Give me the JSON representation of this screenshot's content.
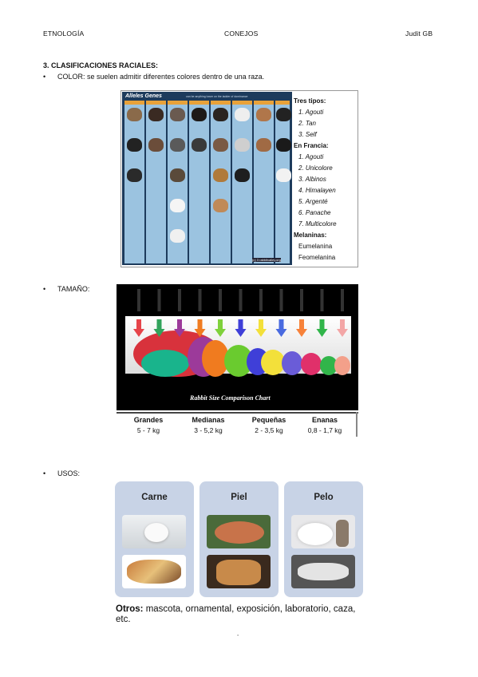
{
  "header": {
    "left": "ETNOLOGÍA",
    "center": "CONEJOS",
    "right": "Judit GB"
  },
  "section": {
    "title": "3.  CLASIFICACIONES RACIALES:"
  },
  "bullets": {
    "color": "COLOR: se suelen admitir diferentes colores dentro de una raza.",
    "tamano": "TAMAÑO:",
    "usos": "USOS:"
  },
  "color_figure": {
    "grid_title": "Alleles Genes",
    "grid_subtitle": "can be anything lower on the ladder of dominance",
    "watermark": "(c) 3 rabbitvalley.org",
    "tres_tipos_title": "Tres tipos:",
    "tres_tipos": [
      "1. Agouti",
      "2. Tan",
      "3. Self"
    ],
    "francia_title": "En Francia:",
    "francia": [
      "1. Agouti",
      "2. Unicolore",
      "3. Albinos",
      "4. Himalayen",
      "5. Argenté",
      "6. Panache",
      "7. Multicolore"
    ],
    "melaninas_title": "Melaninas:",
    "melaninas": [
      "Eumelanina",
      "Feomelanina"
    ]
  },
  "size_figure": {
    "chart_title": "Rabbit Size Comparison Chart",
    "arrow_colors": [
      "#e6444a",
      "#31a35b",
      "#9c3a9a",
      "#f07b1f",
      "#7fd13b",
      "#3f3fd8",
      "#f3e03a",
      "#4a6be0",
      "#f7823a",
      "#31b54a",
      "#f3a6a6"
    ],
    "categories": [
      {
        "name": "Grandes",
        "value": "5 - 7 kg"
      },
      {
        "name": "Medianas",
        "value": "3 - 5,2 kg"
      },
      {
        "name": "Pequeñas",
        "value": "2 - 3,5 kg"
      },
      {
        "name": "Enanas",
        "value": "0,8 - 1,7 kg"
      }
    ]
  },
  "usos_figure": {
    "cards": [
      {
        "title": "Carne"
      },
      {
        "title": "Piel"
      },
      {
        "title": "Pelo"
      }
    ],
    "otros_label": "Otros:",
    "otros_text": " mascota, ornamental, exposición, laboratorio, caza, etc."
  },
  "page_mark": "-"
}
